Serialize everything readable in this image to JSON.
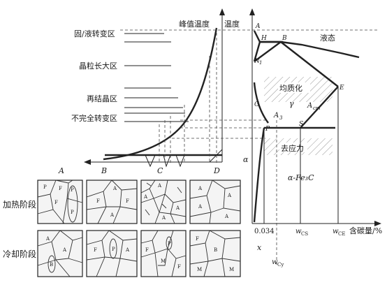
{
  "left_axis_title": "峰值温度",
  "right_axis_title": "温度",
  "x_axis_title": "含碳量/%",
  "zones": {
    "fusion": "固/液转变区",
    "grain_growth": "晶粒长大区",
    "recrystallization": "再结晶区",
    "incomplete": "不完全转变区"
  },
  "rows": {
    "heating": "加热阶段",
    "cooling": "冷却阶段"
  },
  "columns": [
    "A",
    "B",
    "C",
    "D"
  ],
  "phase_diagram": {
    "liquid": "液态",
    "austenite": "均质化",
    "gamma": "γ",
    "stress_relief": "去应力",
    "alpha": "α",
    "alpha_fe3c": "α-Fe₃C",
    "a_cm": "A",
    "a_cm_sub": "cm",
    "a3": "A",
    "a3_sub": "3",
    "points": {
      "A": "A",
      "H": "H",
      "B": "B",
      "N": "N",
      "N_sub": "1",
      "G": "G",
      "E": "E",
      "P": "P",
      "S": "S"
    }
  },
  "x_labels": {
    "c0034": "0.034",
    "wcs": "w",
    "wcs_sub": "CS",
    "wce": "w",
    "wce_sub": "CE",
    "wcy": "w",
    "wcy_sub": "Cy",
    "x": "x"
  },
  "micro_labels": {
    "heat_A": [
      "P",
      "F",
      "P",
      "F",
      "P"
    ],
    "heat_B": [
      "F",
      "A",
      "F",
      "A"
    ],
    "heat_C": [
      "A",
      "A",
      "A",
      "A"
    ],
    "heat_D": [
      "A",
      "A",
      "A",
      "A"
    ],
    "cool_A": [
      "A",
      "A",
      "B"
    ],
    "cool_B": [
      "F",
      "A",
      "P"
    ],
    "cool_C": [
      "F",
      "F",
      "P",
      "M"
    ],
    "cool_D": [
      "F",
      "B",
      "M",
      "M"
    ]
  }
}
